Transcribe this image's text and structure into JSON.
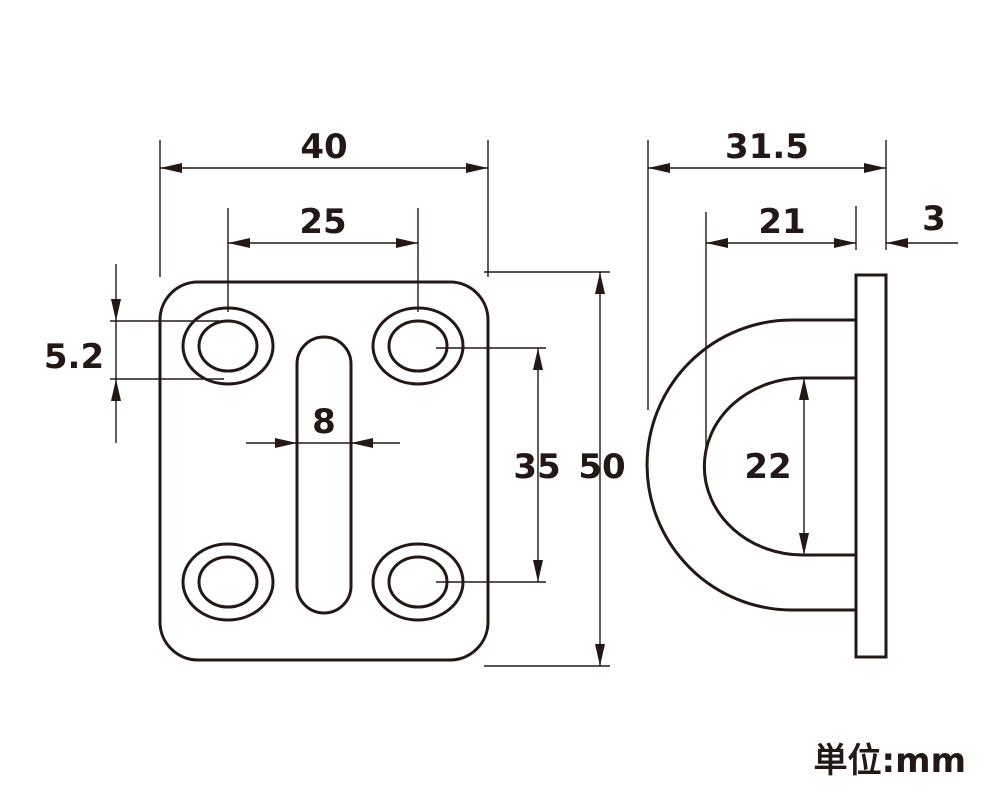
{
  "diagram": {
    "dimensions": {
      "plate_width": "40",
      "hole_spacing_h": "25",
      "hole_diameter": "5.2",
      "slot_width": "8",
      "hole_spacing_v": "35",
      "plate_height": "50",
      "side_depth": "31.5",
      "loop_depth": "21",
      "plate_thickness": "3",
      "loop_inner": "22"
    },
    "unit_label": "単位:mm",
    "colors": {
      "line": "#231815",
      "background": "#ffffff"
    }
  }
}
